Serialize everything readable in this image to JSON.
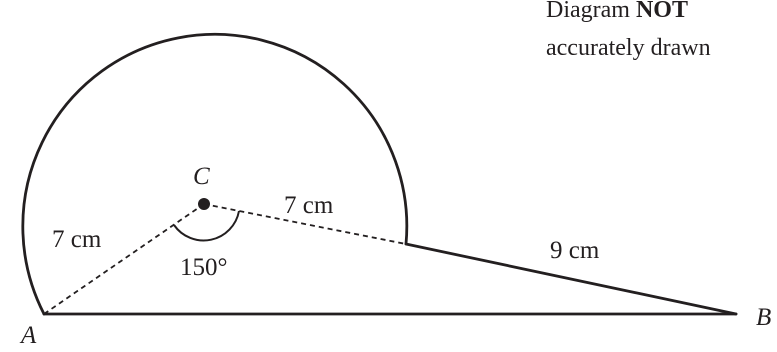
{
  "note": {
    "line1_prefix": "Diagram ",
    "line1_bold": "NOT",
    "line2": "accurately drawn"
  },
  "points": {
    "A": "A",
    "B": "B",
    "C": "C"
  },
  "measurements": {
    "radius_ca": "7 cm",
    "radius_cd": "7 cm",
    "tangent_length": "9 cm",
    "angle": "150°"
  }
}
